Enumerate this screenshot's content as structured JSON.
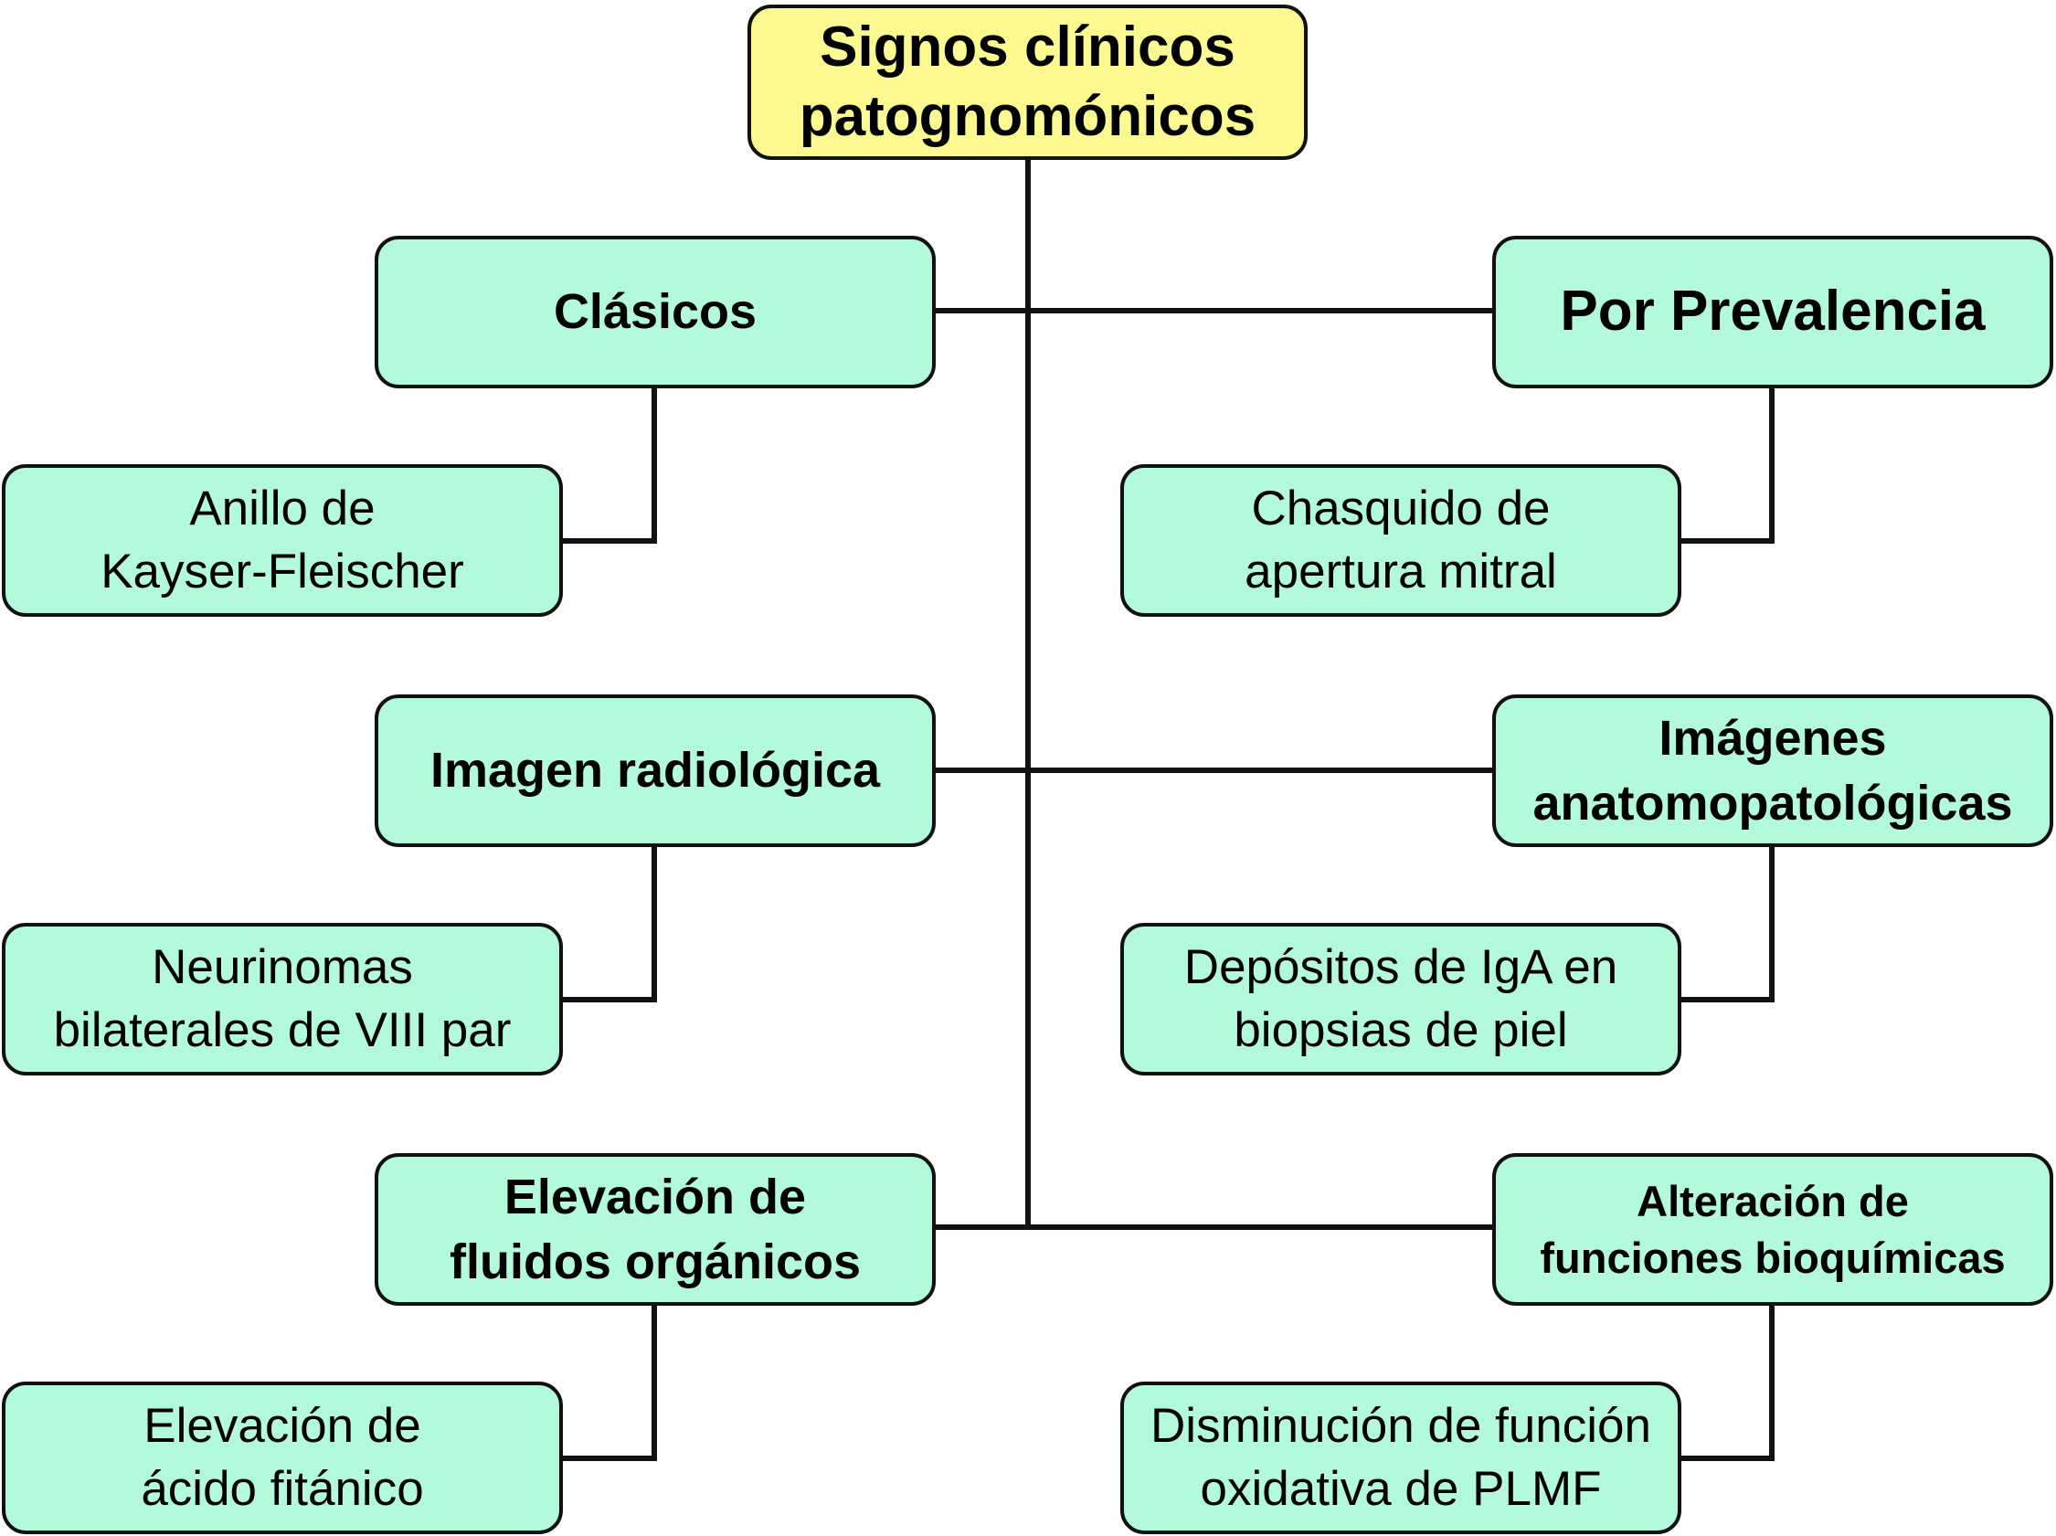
{
  "root": {
    "line1": "Signos clínicos",
    "line2": "patognomónicos"
  },
  "categories": [
    {
      "lines": [
        "Clásicos"
      ]
    },
    {
      "lines": [
        "Por Prevalencia"
      ]
    },
    {
      "lines": [
        "Imagen radiológica"
      ]
    },
    {
      "lines": [
        "Imágenes",
        "anatomopatológicas"
      ]
    },
    {
      "lines": [
        "Elevación de",
        "fluidos orgánicos"
      ]
    },
    {
      "lines": [
        "Alteración de",
        "funciones bioquímicas"
      ]
    }
  ],
  "examples": [
    {
      "lines": [
        "Anillo de",
        "Kayser-Fleischer"
      ]
    },
    {
      "lines": [
        "Chasquido de",
        "apertura mitral"
      ]
    },
    {
      "lines": [
        "Neurinomas",
        "bilaterales de VIII par"
      ]
    },
    {
      "lines": [
        "Depósitos de IgA en",
        "biopsias de piel"
      ]
    },
    {
      "lines": [
        "Elevación de",
        "ácido fitánico"
      ]
    },
    {
      "lines": [
        "Disminución de función",
        "oxidativa de PLMF"
      ]
    }
  ],
  "colors": {
    "root_fill": "#fbf990",
    "node_fill": "#b3fadb",
    "stroke": "#111111"
  }
}
